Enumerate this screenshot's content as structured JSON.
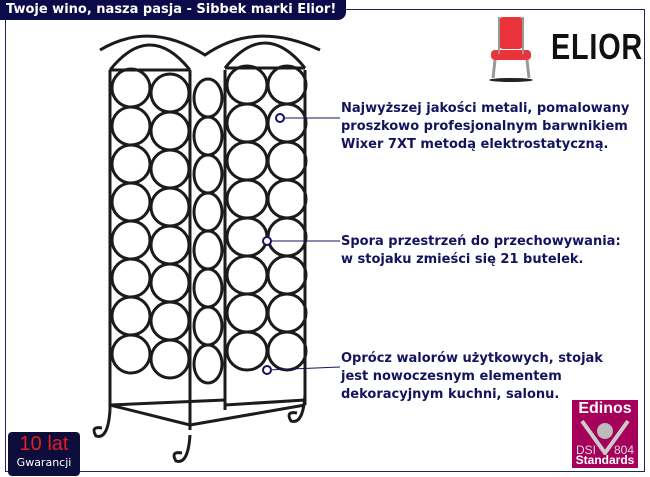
{
  "title": "Twoje wino, nasza pasja - Sibbek marki Elior!",
  "brand": "ELIOR",
  "notes": [
    [
      "Najwyższej jakości metali, pomalowany",
      "proszkowo profesjonalnym barwnikiem",
      "Wixer 7XT metodą elektrostatyczną."
    ],
    [
      "Spora przestrzeń do przechowywania:",
      "w stojaku zmieści się 21 butelek."
    ],
    [
      "Oprócz walorów użytkowych, stojak",
      "jest nowoczesnym elementem",
      "dekoracyjnym kuchni, salonu."
    ]
  ],
  "warranty": {
    "years": "10 lat",
    "label": "Gwarancji"
  },
  "certificate": {
    "name": "Edinos",
    "left": "DSI",
    "right": "804",
    "label": "Standards"
  },
  "colors": {
    "navy": "#0b0b4a",
    "text": "#14145e",
    "cert": "#a5005a"
  }
}
